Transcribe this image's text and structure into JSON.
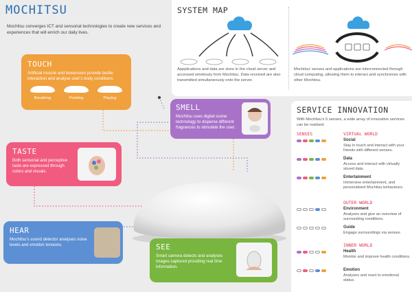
{
  "title": "MOCHITSU",
  "intro": "Mochitsu converges ICT and sensorial technologies to create new services and experiences that will enrich our daily lives.",
  "touch": {
    "heading": "TOUCH",
    "text": "Artificial muscle and biosensors provide tactile interaction and analyse user's body conditions.",
    "icons": [
      "Breathing",
      "Pointing",
      "Playing"
    ]
  },
  "taste": {
    "heading": "TASTE",
    "text": "Both sensorial and perceptive taste are expressed through colors and visuals."
  },
  "hear": {
    "heading": "HEAR",
    "text": "Mochitsu's sound detector analyses noise levels and emotion tensions."
  },
  "smell": {
    "heading": "SMELL",
    "text": "Mochitsu uses digital scene technology to disperse different fragrances to stimulate the user."
  },
  "see": {
    "heading": "SEE",
    "text": "Smart camera detects and analyses images captured providing real time information."
  },
  "system_map": {
    "heading": "SYSTEM MAP",
    "left_text": "Appplications and data are store in the cloud server and accessed wirelessly from Mochitsu. Data received are also transmitted simultaneously onto the server.",
    "right_text": "Mochitsu' senses and applications are interconnected through cloud computing, allowing them to interact and synchronize with other Mochitsu."
  },
  "service": {
    "heading": "SERVICE INNOVATION",
    "intro": "With Mochitsu's 5 senses, a wide array of innovative services can be realised.",
    "col_senses": "SENSES",
    "col_virtual": "VIRTUAL WORLD",
    "outer": "OUTER WORLD",
    "inner": "INNER WORLD",
    "items": [
      {
        "name": "Social",
        "desc": "Stay in touch and interact with your friends with different senses."
      },
      {
        "name": "Data",
        "desc": "Access and interact with virtually stored data."
      },
      {
        "name": "Entertainment",
        "desc": "Immersive entertainment, and personalised Mochitsu behaviours."
      },
      {
        "name": "Environment",
        "desc": "Analyses and give an overview of surrounding conditions."
      },
      {
        "name": "Guide",
        "desc": "Engage surroundings via senses."
      },
      {
        "name": "Health",
        "desc": "Monitor and improve health conditions."
      },
      {
        "name": "Emotion",
        "desc": "Analyses and react to emotional status."
      }
    ]
  },
  "colors": {
    "touch": "#f0a03c",
    "taste": "#f15b80",
    "hear": "#5c8fd3",
    "smell": "#a972c9",
    "see": "#78b640",
    "title": "#2a6fb0",
    "cloud": "#3aa0e0"
  }
}
